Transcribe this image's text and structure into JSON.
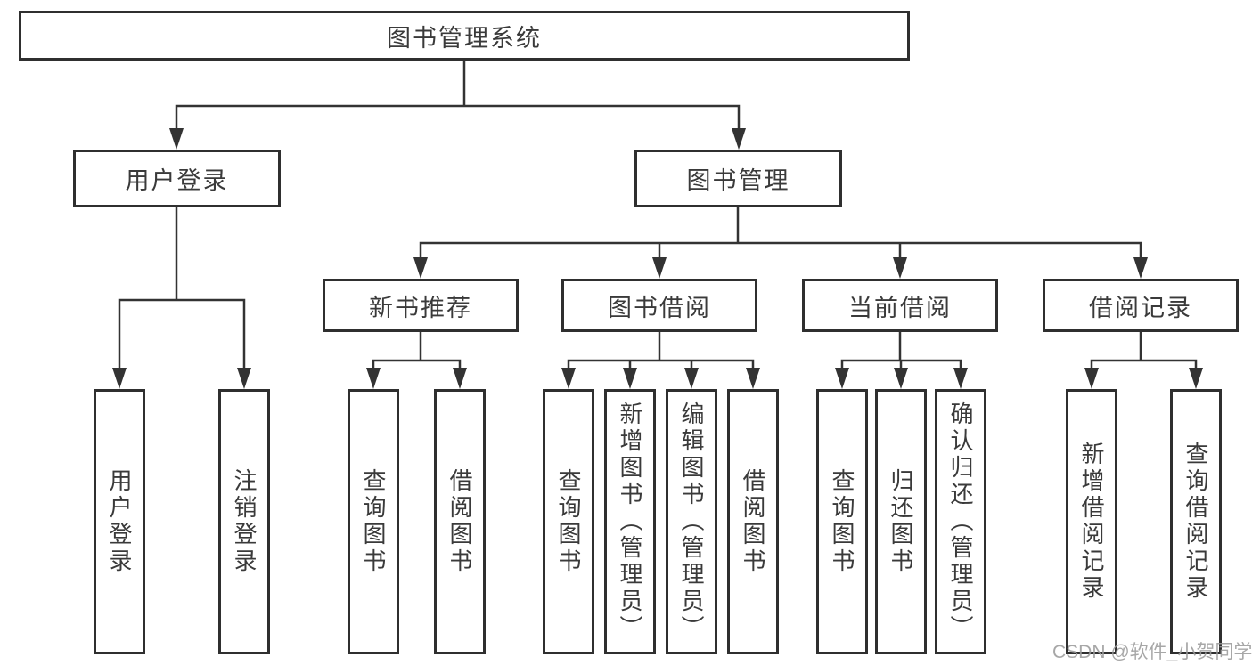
{
  "theme": {
    "line_color": "#333333",
    "box_border_color": "#2f2f2f",
    "text_color": "#3a3a3a",
    "background": "#ffffff",
    "watermark_color": "#9c9c9c"
  },
  "diagram": {
    "title": "图书管理系统",
    "root": {
      "label": "图书管理系统"
    },
    "branches": [
      {
        "label": "用户登录"
      },
      {
        "label": "图书管理"
      }
    ],
    "modules": [
      {
        "label": "新书推荐"
      },
      {
        "label": "图书借阅"
      },
      {
        "label": "当前借阅"
      },
      {
        "label": "借阅记录"
      }
    ],
    "leaves": [
      {
        "label": "用户登录"
      },
      {
        "label": "注销登录"
      },
      {
        "label": "查询图书"
      },
      {
        "label": "借阅图书"
      },
      {
        "label": "查询图书"
      },
      {
        "label": "新增图书（管理员）"
      },
      {
        "label": "编辑图书（管理员）"
      },
      {
        "label": "借阅图书"
      },
      {
        "label": "查询图书"
      },
      {
        "label": "归还图书"
      },
      {
        "label": "确认归还（管理员）"
      },
      {
        "label": "新增借阅记录"
      },
      {
        "label": "查询借阅记录"
      }
    ]
  },
  "watermark": {
    "text": "CSDN @软件_小贺同学"
  }
}
